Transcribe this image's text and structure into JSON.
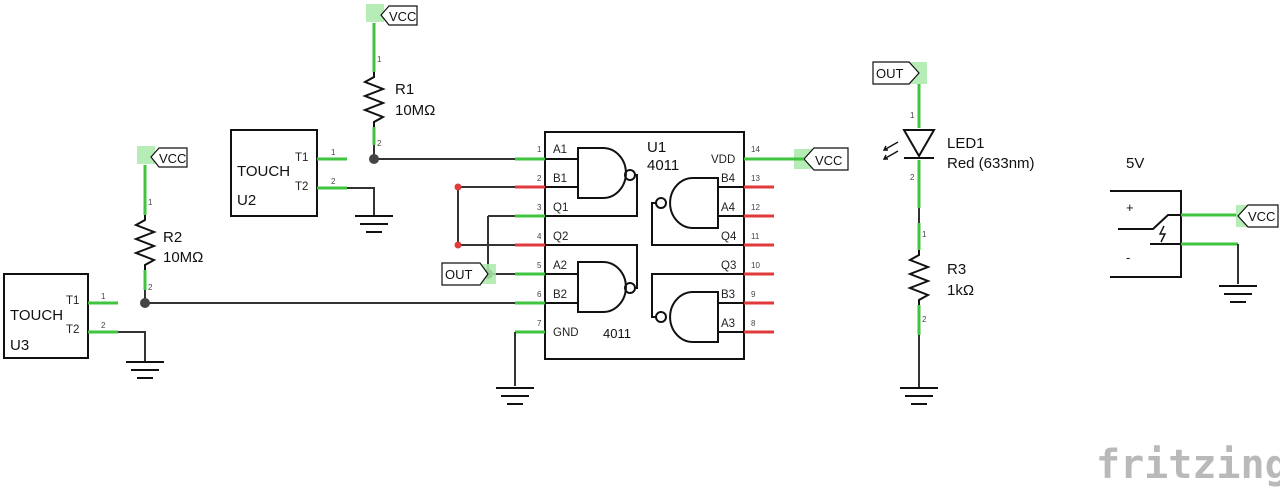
{
  "components": {
    "u3": {
      "type": "TOUCH",
      "ref": "U3",
      "pin1": "T1",
      "pin2": "T2"
    },
    "u2": {
      "type": "TOUCH",
      "ref": "U2",
      "pin1": "T1",
      "pin2": "T2"
    },
    "r1": {
      "ref": "R1",
      "value": "10MΩ"
    },
    "r2": {
      "ref": "R2",
      "value": "10MΩ"
    },
    "r3": {
      "ref": "R3",
      "value": "1kΩ"
    },
    "led1": {
      "ref": "LED1",
      "value": "Red (633nm)"
    },
    "u1": {
      "ref": "U1",
      "part": "4011",
      "part_lower": "4011",
      "left_pins": [
        {
          "num": "1",
          "name": "A1"
        },
        {
          "num": "2",
          "name": "B1"
        },
        {
          "num": "3",
          "name": "Q1"
        },
        {
          "num": "4",
          "name": "Q2"
        },
        {
          "num": "5",
          "name": "A2"
        },
        {
          "num": "6",
          "name": "B2"
        },
        {
          "num": "7",
          "name": "GND"
        }
      ],
      "right_pins": [
        {
          "num": "14",
          "name": "VDD"
        },
        {
          "num": "13",
          "name": "B4"
        },
        {
          "num": "12",
          "name": "A4"
        },
        {
          "num": "11",
          "name": "Q4"
        },
        {
          "num": "10",
          "name": "Q3"
        },
        {
          "num": "9",
          "name": "B3"
        },
        {
          "num": "8",
          "name": "A3"
        }
      ]
    },
    "supply": {
      "label": "5V",
      "plus": "+",
      "minus": "-"
    }
  },
  "net_labels": {
    "vcc": "VCC",
    "out": "OUT"
  },
  "pin_numbers": {
    "one": "1",
    "two": "2"
  },
  "watermark": "fritzing",
  "colors": {
    "connected": "#3ec43e",
    "unconnected": "#e03a3a",
    "wire": "#333333"
  }
}
